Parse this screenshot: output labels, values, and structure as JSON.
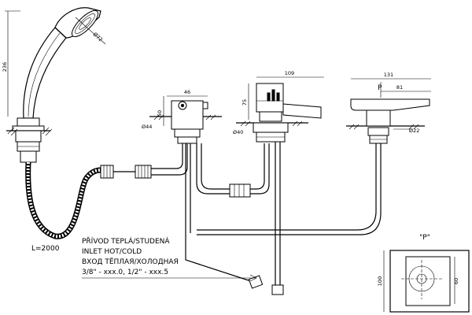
{
  "drawing": {
    "dimensions": {
      "hand_shower_length": "236",
      "hand_shower_head_diameter": "Ø72",
      "hose_length": "L=2000",
      "valve_width": "46",
      "valve_height": "50",
      "valve_base_diameter": "Ø44",
      "mixer_width": "109",
      "mixer_height": "75",
      "mixer_base_diameter": "Ø40",
      "spout_width": "131",
      "spout_depth": "81",
      "spout_base_diameter": "Ø22",
      "cutout_height": "100",
      "cutout_inner": "60"
    },
    "labels": {
      "view_p_marker": "P",
      "view_p_caption": "\"P\""
    },
    "inlet_note": {
      "line1": "PŘÍVOD TEPLÁ/STUDENÁ",
      "line2": "INLET HOT/COLD",
      "line3": "ВХОД ТЁПЛАЯ/ХОЛОДНАЯ",
      "line4": "3/8\" - xxx.0, 1/2\" - xxx.5"
    }
  }
}
